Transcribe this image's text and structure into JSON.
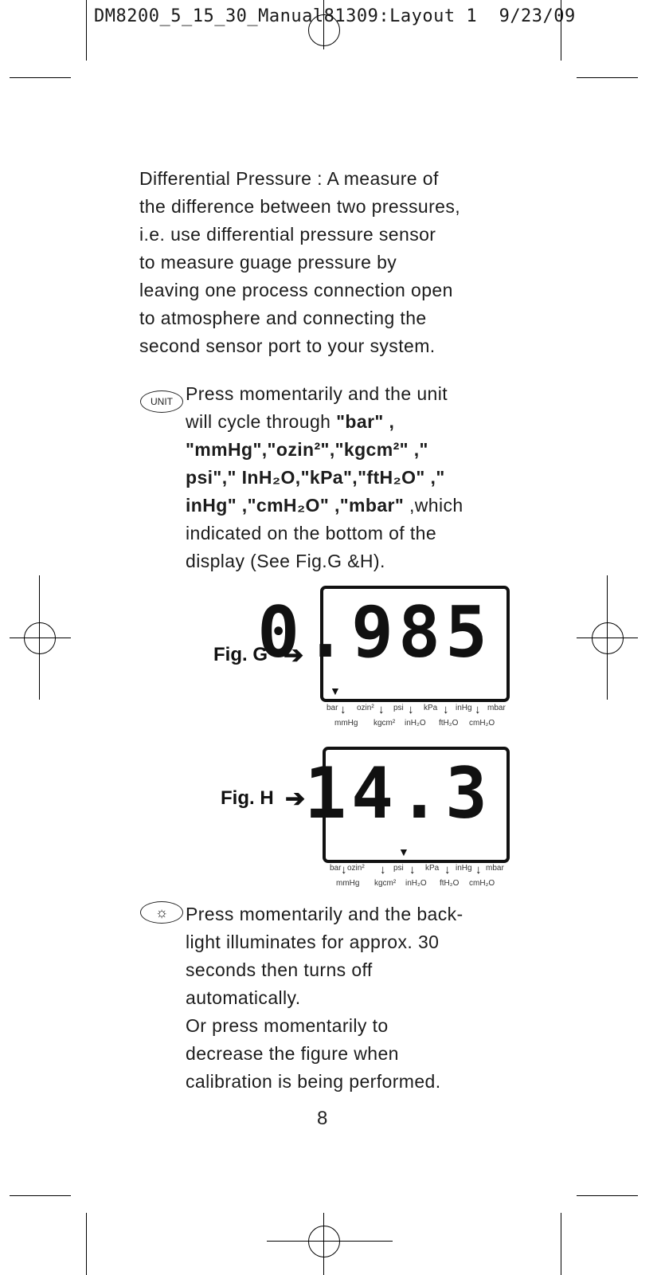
{
  "header": {
    "text": "DM8200_5_15_30_Manual81309:Layout 1  9/23/09"
  },
  "intro": {
    "lines": [
      "Differential Pressure : A measure of",
      "the difference between two pressures,",
      "i.e. use differential pressure sensor",
      "to measure guage pressure by",
      "leaving one process connection open",
      "to atmosphere and connecting the",
      "second sensor port to your system."
    ]
  },
  "unit_section": {
    "icon_label": "UNIT",
    "line1": "Press momentarily and the unit",
    "line2_plain": "will cycle through ",
    "line2_bold": "\"bar\" ,",
    "line3": "\"mmHg\",\"ozin²\",\"kgcm²\" ,\"",
    "line4": "psi\",\" InH₂O,\"kPa\",\"ftH₂O\" ,\"",
    "line5_bold": "inHg\" ,\"cmH₂O\" ,\"mbar\"",
    "line5_plain": " ,which",
    "line6": "indicated on the bottom of the",
    "line7": "display (See Fig.G &H)."
  },
  "figures": {
    "fig_g": {
      "label": "Fig. G",
      "reading": "0.985",
      "selected_unit": "bar"
    },
    "fig_h": {
      "label": "Fig. H",
      "reading": "14.3",
      "selected_unit": "psi"
    },
    "units_top": [
      "bar",
      "ozin²",
      "psi",
      "kPa",
      "inHg",
      "mbar"
    ],
    "units_bottom": [
      "mmHg",
      "kgcm²",
      "inH₂O",
      "ftH₂O",
      "cmH₂O"
    ]
  },
  "backlight_section": {
    "icon_name": "light-bulb-icon",
    "lines": [
      "Press momentarily and the back-",
      "light illuminates for approx. 30",
      "seconds then turns off",
      "automatically.",
      "Or press momentarily to",
      "decrease the figure when",
      "calibration is being performed."
    ]
  },
  "page_number": "8"
}
